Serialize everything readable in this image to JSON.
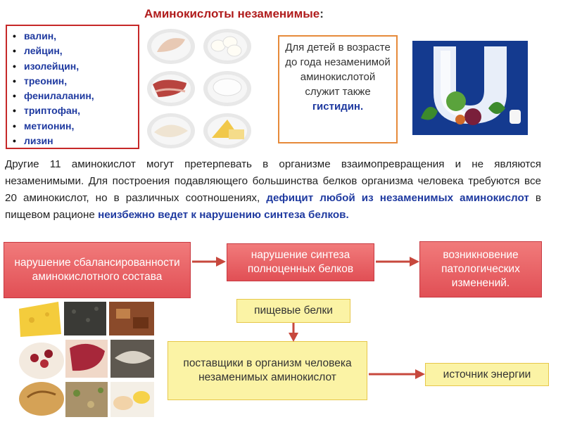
{
  "title": {
    "text": "Аминокислоты незаменимые",
    "colon": ":"
  },
  "amino_list": [
    "валин,",
    "лейцин,",
    "изолейцин,",
    "треонин,",
    "фенилаланин,",
    "триптофан,",
    "метионин,",
    "лизин"
  ],
  "note": {
    "text": "Для детей в возрасте до года незаменимой аминокислотой служит также",
    "highlight": "гистидин."
  },
  "paragraph": {
    "part1": "Другие 11 аминокислот могут претерпевать в организме взаимопревращения и не являются незаменимыми. Для построения подавляющего большинства белков организма человека требуются все 20 аминокислот, но в различных соотношениях, ",
    "highlight1": "дефицит любой из незаменимых аминокислот",
    "part2": " в пищевом рационе ",
    "highlight2": "неизбежно ведет к нарушению синтеза белков."
  },
  "flow": {
    "box1": "нарушение сбалансированности аминокислотного состава",
    "box2": "нарушение синтеза полноценных белков",
    "box3": "возникновение патологических изменений.",
    "box4": "пищевые белки",
    "box5": "поставщики в организм человека незаменимых аминокислот",
    "box6": "источник энергии"
  },
  "colors": {
    "accent_red": "#b01c1c",
    "text_blue": "#1f3aa0",
    "pink": "#e14f55",
    "yellow": "#fbf3a5",
    "logo_blue": "#143a8f"
  }
}
